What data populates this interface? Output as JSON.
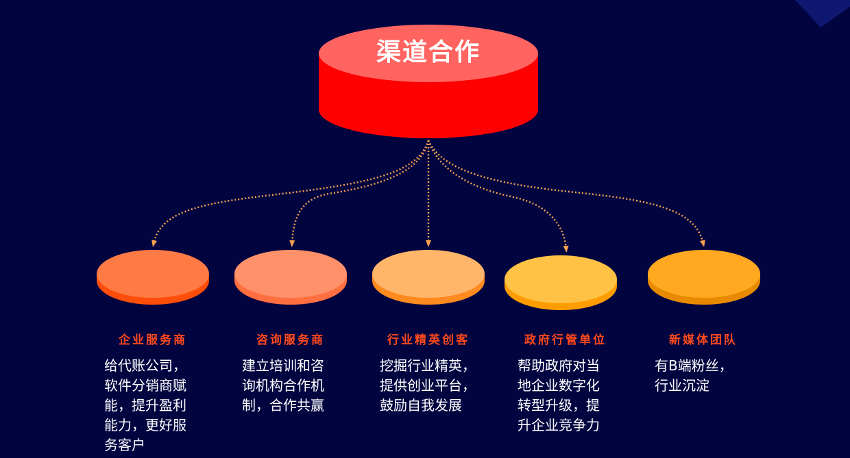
{
  "hub": {
    "title": "渠道合作",
    "top_color": "#ff6461",
    "side_color": "#ff0000"
  },
  "connector_color": "#f7a150",
  "background_color": "#020440",
  "channels": [
    {
      "title": "企业服务商",
      "description": "给代账公司，\n软件分销商赋\n能，提升盈利\n能力，更好服\n务客户",
      "top_color": "#ff7a45",
      "side_color": "#ff4e0a"
    },
    {
      "title": "咨询服务商",
      "description": "建立培训和咨\n询机构合作机\n制，合作共赢",
      "top_color": "#ff916a",
      "side_color": "#ff6f40"
    },
    {
      "title": "行业精英创客",
      "description": "挖掘行业精英，\n提供创业平台，\n鼓励自我发展",
      "top_color": "#ffb56a",
      "side_color": "#ff8a1f"
    },
    {
      "title": "政府行管单位",
      "description": "帮助政府对当\n地企业数字化\n转型升级，提\n升企业竞争力",
      "top_color": "#ffc245",
      "side_color": "#ff9d00"
    },
    {
      "title": "新媒体团队",
      "description": "有B端粉丝，\n行业沉淀",
      "top_color": "#ffa820",
      "side_color": "#e88a00"
    }
  ]
}
